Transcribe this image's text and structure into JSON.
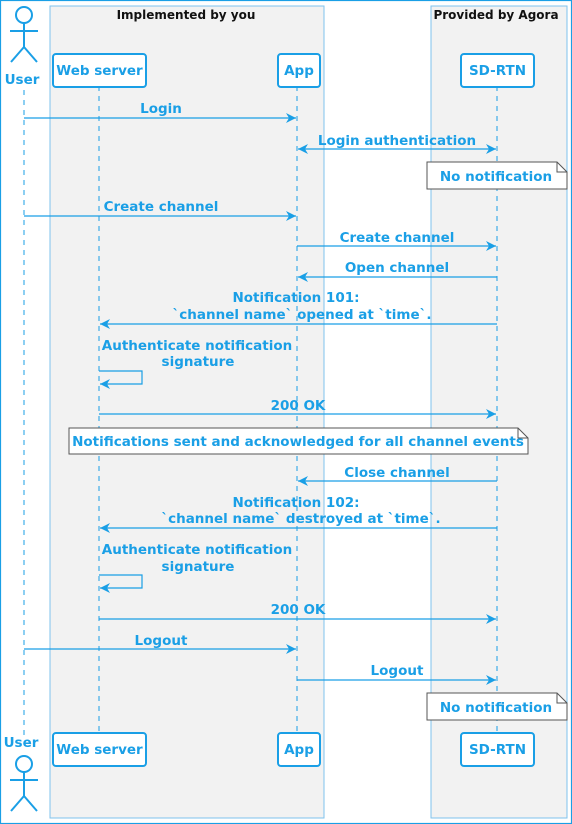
{
  "boxes": [
    {
      "title": "Implemented by you"
    },
    {
      "title": "Provided by Agora"
    }
  ],
  "participants": [
    {
      "label": "User",
      "kind": "actor"
    },
    {
      "label": "Web server",
      "kind": "participant"
    },
    {
      "label": "App",
      "kind": "participant"
    },
    {
      "label": "SD-RTN",
      "kind": "participant"
    }
  ],
  "messages": [
    {
      "from": "User",
      "to": "App",
      "lines": [
        "Login"
      ],
      "bidirectional": false
    },
    {
      "from": "App",
      "to": "SD-RTN",
      "lines": [
        "Login authentication"
      ],
      "bidirectional": true
    },
    {
      "note": true,
      "text": "No notification",
      "over": "SD-RTN"
    },
    {
      "from": "User",
      "to": "App",
      "lines": [
        "Create channel"
      ]
    },
    {
      "from": "App",
      "to": "SD-RTN",
      "lines": [
        "Create channel"
      ]
    },
    {
      "from": "SD-RTN",
      "to": "App",
      "lines": [
        "Open channel"
      ]
    },
    {
      "from": "SD-RTN",
      "to": "Web server",
      "lines": [
        "Notification 101:",
        "`channel name` opened at `time`."
      ]
    },
    {
      "self": "Web server",
      "lines": [
        "Authenticate notification",
        "signature"
      ]
    },
    {
      "from": "Web server",
      "to": "SD-RTN",
      "lines": [
        "200 OK"
      ]
    },
    {
      "note": true,
      "text": "Notifications sent and acknowledged for all channel events",
      "over": "Web server..SD-RTN"
    },
    {
      "from": "SD-RTN",
      "to": "App",
      "lines": [
        "Close channel"
      ]
    },
    {
      "from": "SD-RTN",
      "to": "Web server",
      "lines": [
        "Notification 102:",
        "`channel name` destroyed at `time`."
      ]
    },
    {
      "self": "Web server",
      "lines": [
        "Authenticate notification",
        "signature"
      ]
    },
    {
      "from": "Web server",
      "to": "SD-RTN",
      "lines": [
        "200 OK"
      ]
    },
    {
      "from": "User",
      "to": "App",
      "lines": [
        "Logout"
      ]
    },
    {
      "from": "App",
      "to": "SD-RTN",
      "lines": [
        "Logout"
      ]
    },
    {
      "note": true,
      "text": "No notification",
      "over": "SD-RTN"
    }
  ],
  "colors": {
    "accent": "#1a9fe6",
    "box_fill": "#f2f2f2",
    "box_border": "#7fc3ee",
    "note_fill": "#ffffff",
    "note_border": "#555555",
    "title_text": "#111111"
  }
}
